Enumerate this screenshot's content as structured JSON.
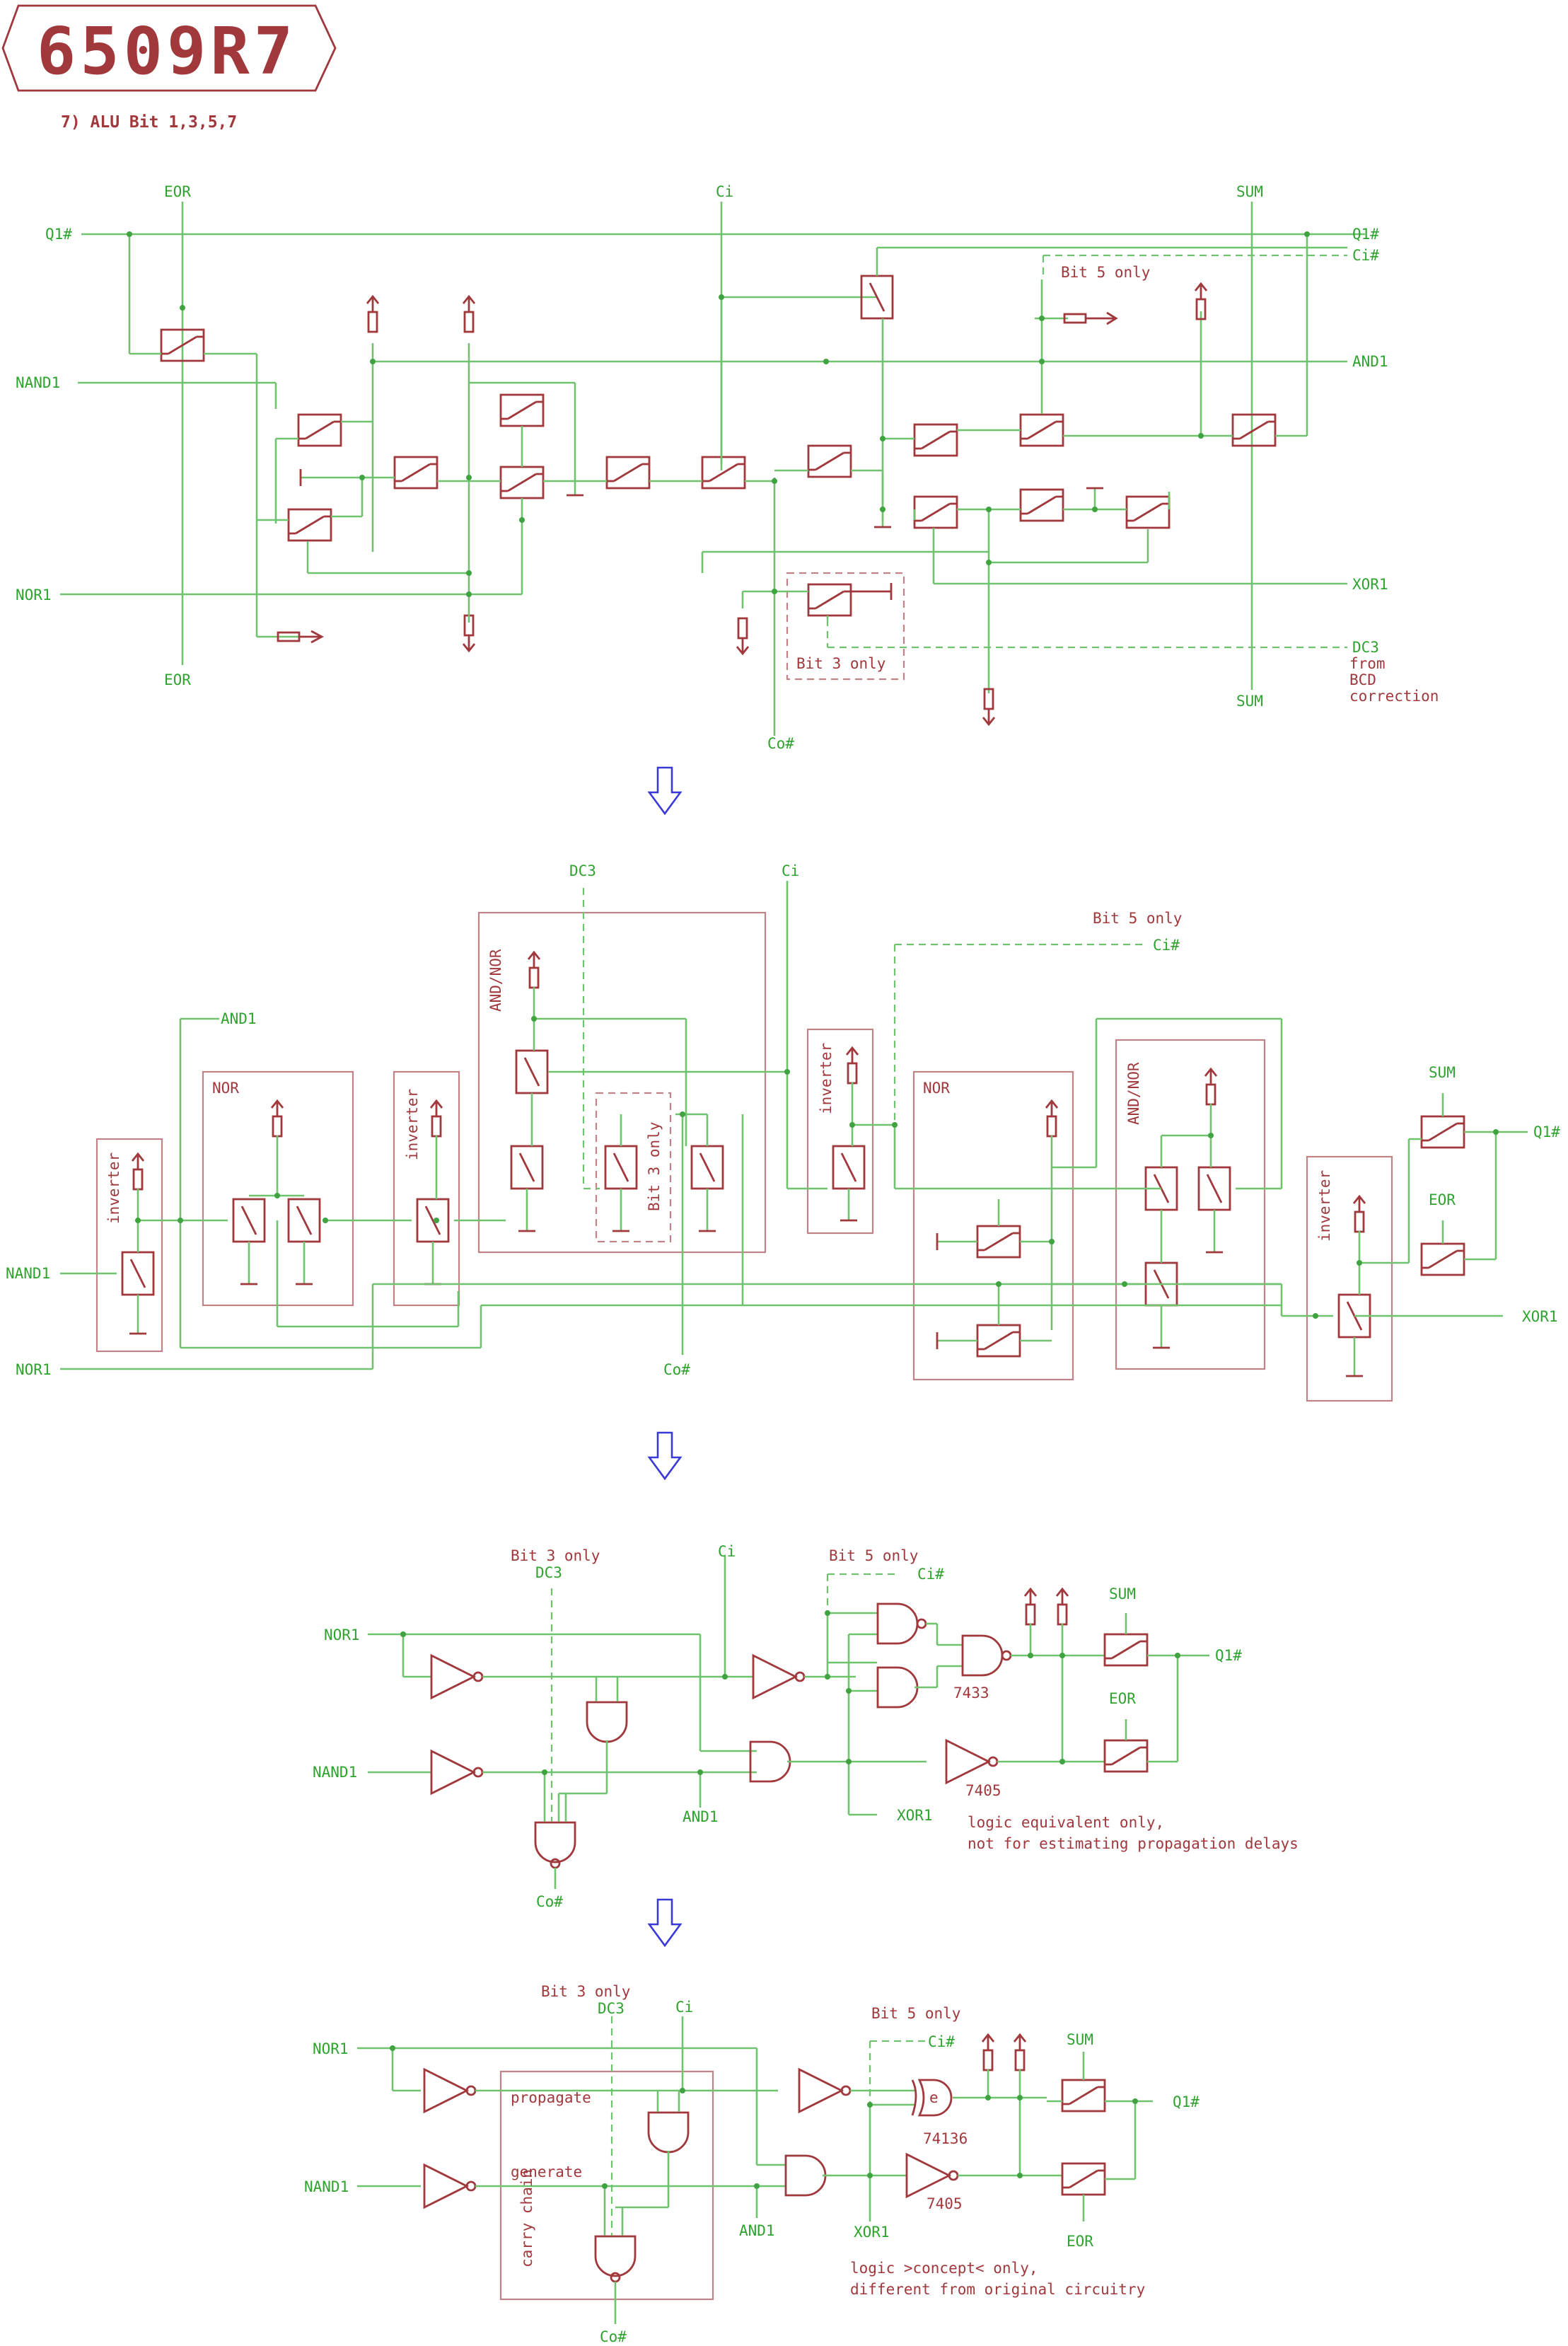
{
  "header": {
    "logo": "6509R7",
    "subtitle": "7) ALU Bit 1,3,5,7"
  },
  "panel1": {
    "labels": {
      "eor_top": "EOR",
      "ci_top": "Ci",
      "sum_top": "SUM",
      "q1_left": "Q1#",
      "q1_right": "Q1#",
      "ci_right": "Ci#",
      "bit5": "Bit 5 only",
      "and1": "AND1",
      "nand1": "NAND1",
      "nor1": "NOR1",
      "xor1": "XOR1",
      "dc3": "DC3",
      "from": "from",
      "bcd": "BCD",
      "correction": "correction",
      "bit3": "Bit 3 only",
      "eor_bottom": "EOR",
      "sum_bottom": "SUM",
      "co": "Co#"
    }
  },
  "panel2": {
    "labels": {
      "dc3": "DC3",
      "ci": "Ci",
      "bit5": "Bit 5 only",
      "ci_hash": "Ci#",
      "and1": "AND1",
      "nand1": "NAND1",
      "nor1": "NOR1",
      "co": "Co#",
      "sum": "SUM",
      "q1": "Q1#",
      "eor": "EOR",
      "xor1": "XOR1",
      "inverter": "inverter",
      "nor": "NOR",
      "and_nor": "AND/NOR",
      "bit3": "Bit 3 only"
    }
  },
  "panel3": {
    "labels": {
      "bit3": "Bit 3 only",
      "dc3": "DC3",
      "ci": "Ci",
      "bit5": "Bit 5 only",
      "ci_hash": "Ci#",
      "nor1": "NOR1",
      "nand1": "NAND1",
      "and1": "AND1",
      "xor1": "XOR1",
      "co": "Co#",
      "sum": "SUM",
      "eor": "EOR",
      "q1": "Q1#",
      "chip_7433": "7433",
      "chip_7405": "7405",
      "note_line1": "logic equivalent only,",
      "note_line2": "not for estimating propagation delays"
    }
  },
  "panel4": {
    "labels": {
      "bit3": "Bit 3 only",
      "dc3": "DC3",
      "ci": "Ci",
      "bit5": "Bit 5 only",
      "ci_hash": "Ci#",
      "nor1": "NOR1",
      "nand1": "NAND1",
      "propagate": "propagate",
      "generate": "generate",
      "carry_chain": "carry chain",
      "and1": "AND1",
      "xor1": "XOR1",
      "co": "Co#",
      "sum": "SUM",
      "eor": "EOR",
      "q1": "Q1#",
      "chip_74136": "74136",
      "chip_7405": "7405",
      "note_line1": "logic >concept< only,",
      "note_line2": "different from original circuitry"
    }
  },
  "colors": {
    "wire": "#6fc36f",
    "component": "#a0383c",
    "frame": "#c08488",
    "arrow": "#3a3ad8",
    "background": "#ffffff"
  }
}
